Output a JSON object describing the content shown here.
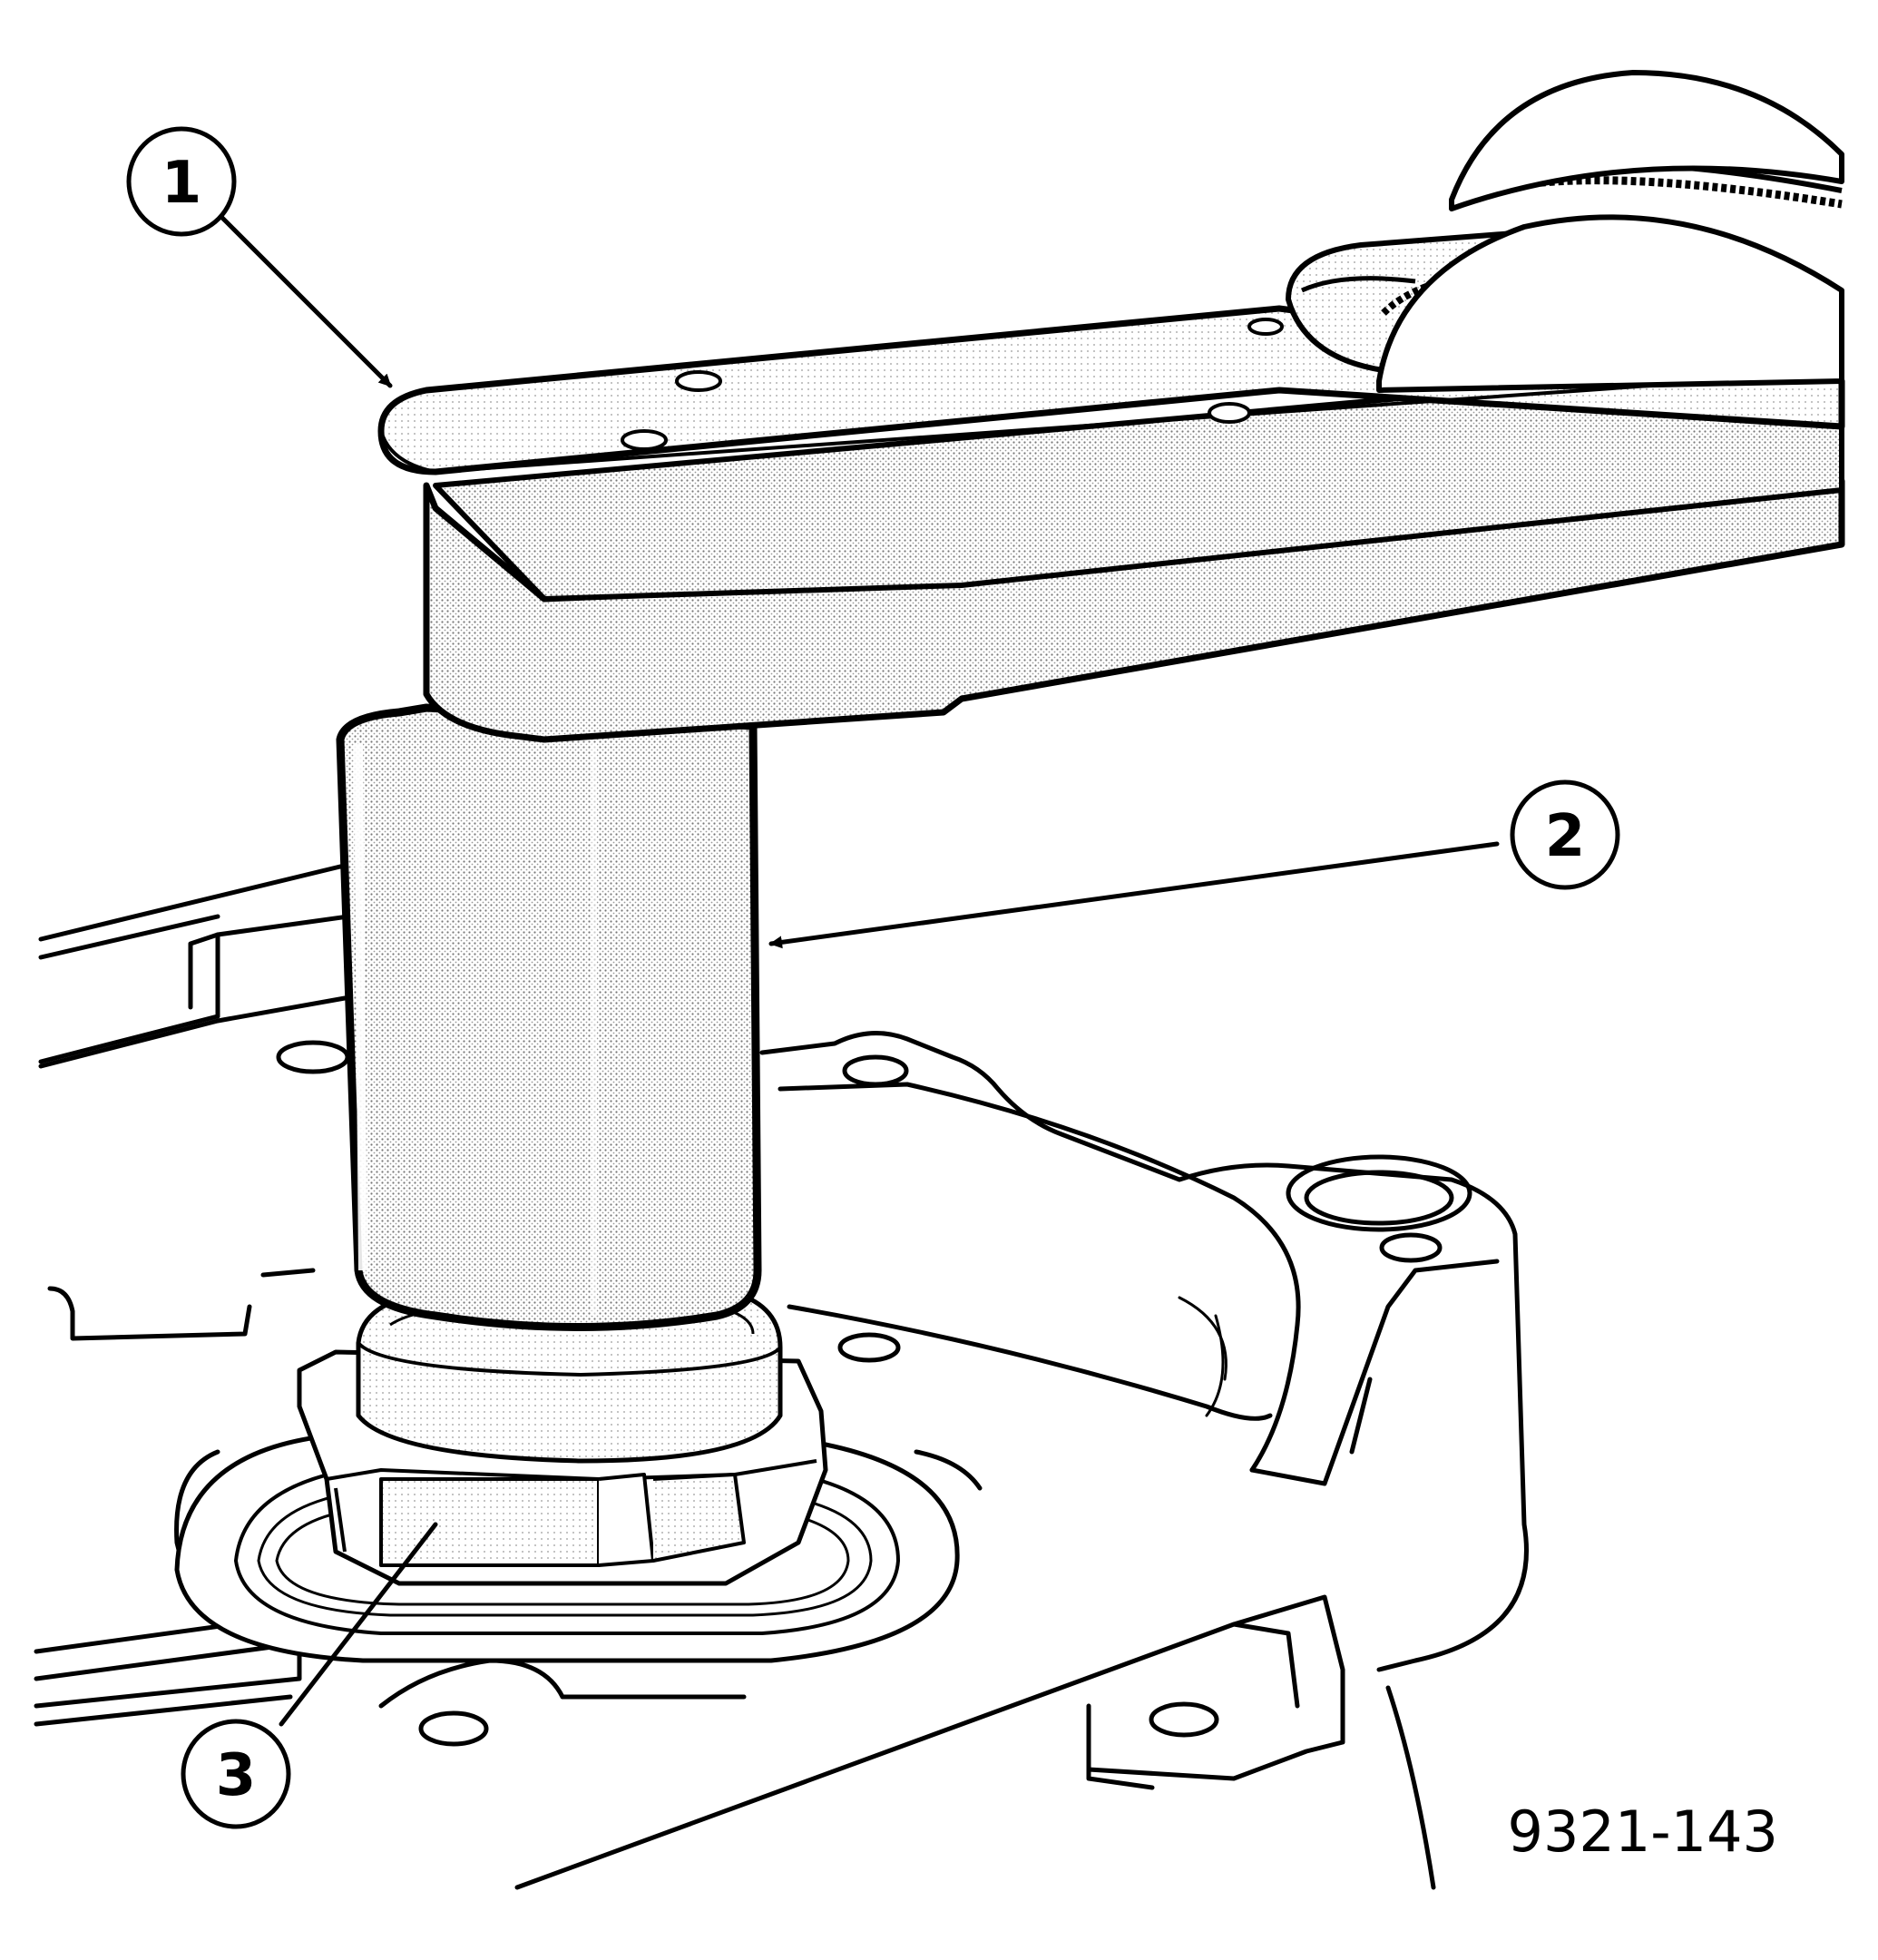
{
  "figure": {
    "number": "9321-143",
    "colors": {
      "line": "#000000",
      "background": "#ffffff",
      "shading": "#cfcfcf"
    }
  },
  "callouts": [
    {
      "label": "1"
    },
    {
      "label": "2"
    },
    {
      "label": "3"
    }
  ]
}
